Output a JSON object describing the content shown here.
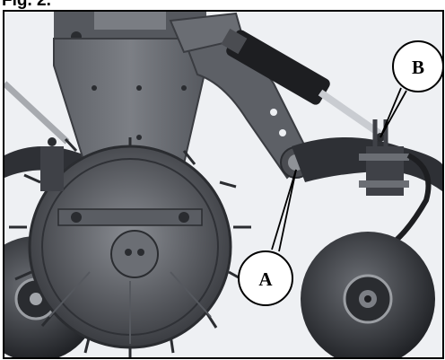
{
  "figure": {
    "label": "Fig. 2."
  },
  "callouts": [
    {
      "id": "A",
      "label": "A"
    },
    {
      "id": "B",
      "label": "B"
    }
  ],
  "colors": {
    "background": "#eef0f3",
    "metal_dark": "#3f4147",
    "metal_mid": "#6b6e74",
    "metal_light": "#9a9ca1",
    "cylinder": "#1d1e21",
    "rod": "#c9ccd1",
    "callout_fill": "#ffffff",
    "outline": "#000000"
  }
}
